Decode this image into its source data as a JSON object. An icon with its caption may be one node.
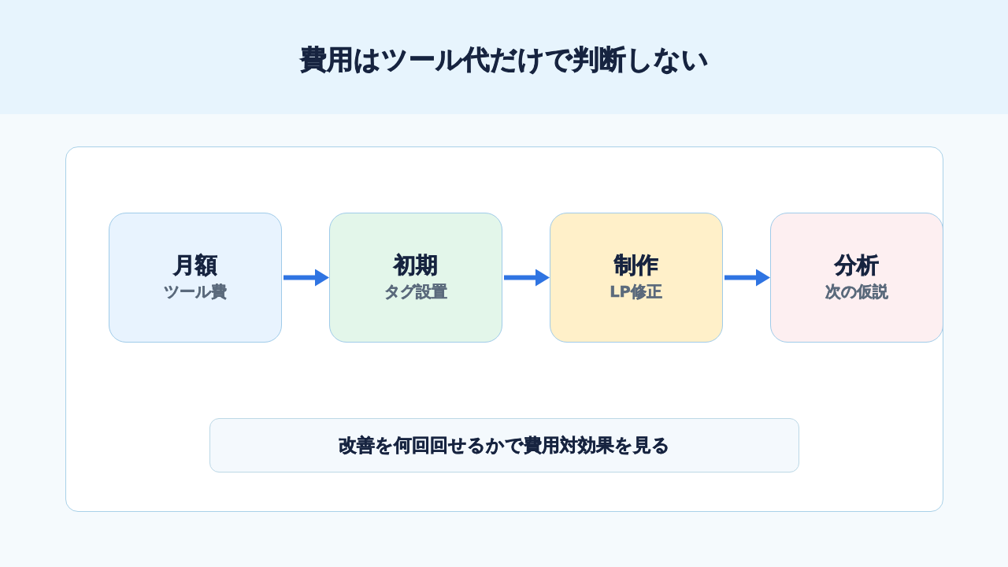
{
  "diagram": {
    "title": "費用はツール代だけで判断しない",
    "nodes": [
      {
        "text": [],
        "shape": "box"
      },
      {
        "text": [
          "月額",
          "ツール費"
        ],
        "in": 0
      },
      {
        "text": [
          "初期",
          "タグ設置"
        ],
        "in": 0
      },
      {
        "text": [
          "制作",
          "LP修正"
        ],
        "in": 0
      },
      {
        "text": [
          "分析",
          "次の仮説"
        ],
        "in": 0
      },
      {
        "text": [
          "改善を何回回せるかで費用対効果を見る"
        ],
        "in": 0
      }
    ],
    "edges": [
      {
        "from": 1,
        "to": 2,
        "arrow": "to"
      },
      {
        "from": 2,
        "to": 3,
        "arrow": "to"
      },
      {
        "from": 3,
        "to": 4,
        "arrow": "to"
      }
    ]
  }
}
